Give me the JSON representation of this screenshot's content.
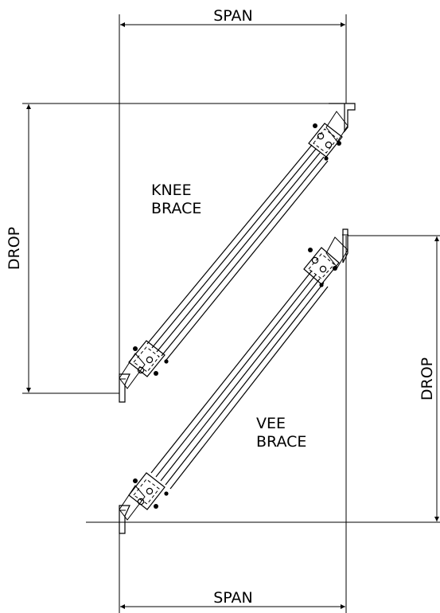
{
  "labels": {
    "top_span": "SPAN",
    "bottom_span": "SPAN",
    "left_drop": "DROP",
    "right_drop": "DROP",
    "knee_line1": "KNEE",
    "knee_line2": "BRACE",
    "vee_line1": "VEE",
    "vee_line2": "BRACE"
  },
  "colors": {
    "line": "#000000",
    "background": "#ffffff"
  }
}
